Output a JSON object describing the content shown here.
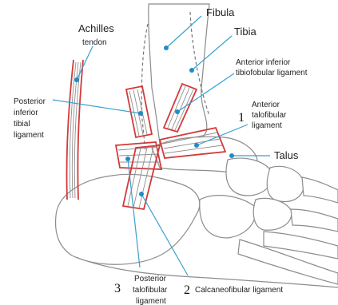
{
  "labels": {
    "fibula": "Fibula",
    "tibia": "Tibia",
    "achilles_line1": "Achilles",
    "achilles_line2": "tendon",
    "aitf_line1": "Anterior inferior",
    "aitf_line2": "tibiofobular ligament",
    "pit_line1": "Posterior",
    "pit_line2": "inferior",
    "pit_line3": "tibial",
    "pit_line4": "ligament",
    "atf_line1": "Anterior",
    "atf_line2": "talofibular",
    "atf_line3": "ligament",
    "talus": "Talus",
    "ptf_line1": "Posterior",
    "ptf_line2": "talofibular",
    "ptf_line3": "ligament",
    "calcaneofibular": "Calcaneofibular ligament"
  },
  "numbers": {
    "n1": "1",
    "n2": "2",
    "n3": "3"
  },
  "colors": {
    "leader": "#3aa0d0",
    "dot": "#1f8cc6",
    "ligament_edge": "#d23a3a",
    "bone_outline": "#8c8c8c"
  }
}
